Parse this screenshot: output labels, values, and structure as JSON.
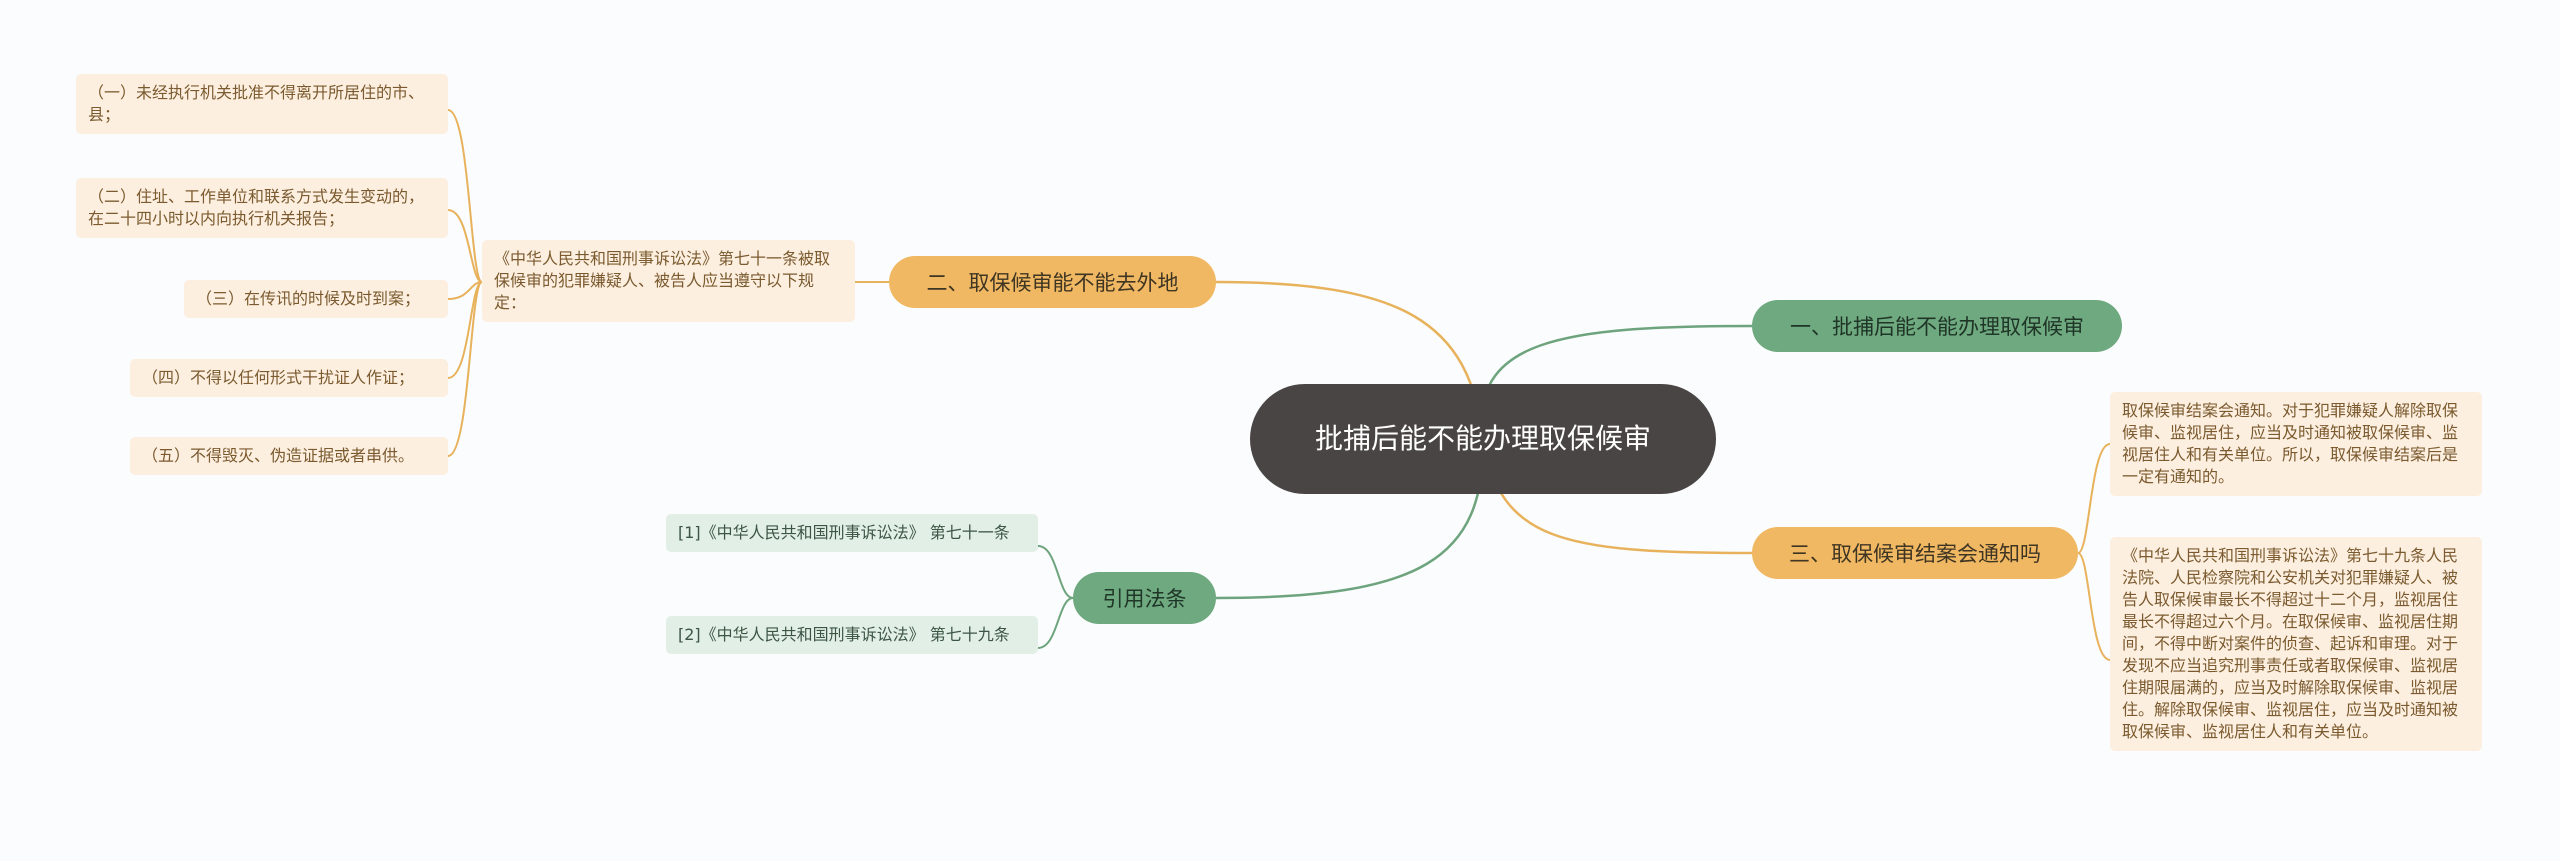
{
  "colors": {
    "background": "#fafcfd",
    "root": "#4a4545",
    "orange_branch": "#f0b862",
    "green_branch": "#6fa97f",
    "orange_leaf": "#fdefe0",
    "green_leaf": "#e2efe6",
    "orange_line": "#e8b25c",
    "green_line": "#6ea47d"
  },
  "root": {
    "title": "批捕后能不能办理取保候审"
  },
  "branches": {
    "b1": {
      "label": "一、批捕后能不能办理取保候审"
    },
    "b2": {
      "label": "二、取保候审能不能去外地",
      "intro": "《中华人民共和国刑事诉讼法》第七十一条被取保候审的犯罪嫌疑人、被告人应当遵守以下规定：",
      "items": [
        "（一）未经执行机关批准不得离开所居住的市、县；",
        "（二）住址、工作单位和联系方式发生变动的，在二十四小时以内向执行机关报告；",
        "（三）在传讯的时候及时到案；",
        "（四）不得以任何形式干扰证人作证；",
        "（五）不得毁灭、伪造证据或者串供。"
      ]
    },
    "b3": {
      "label": "三、取保候审结案会通知吗",
      "items": [
        "取保候审结案会通知。对于犯罪嫌疑人解除取保候审、监视居住，应当及时通知被取保候审、监视居住人和有关单位。所以，取保候审结案后是一定有通知的。",
        "《中华人民共和国刑事诉讼法》第七十九条人民法院、人民检察院和公安机关对犯罪嫌疑人、被告人取保候审最长不得超过十二个月，监视居住最长不得超过六个月。在取保候审、监视居住期间，不得中断对案件的侦查、起诉和审理。对于发现不应当追究刑事责任或者取保候审、监视居住期限届满的，应当及时解除取保候审、监视居住。解除取保候审、监视居住，应当及时通知被取保候审、监视居住人和有关单位。"
      ]
    },
    "b4": {
      "label": "引用法条",
      "items": [
        "[1]《中华人民共和国刑事诉讼法》 第七十一条",
        "[2]《中华人民共和国刑事诉讼法》 第七十九条"
      ]
    }
  }
}
